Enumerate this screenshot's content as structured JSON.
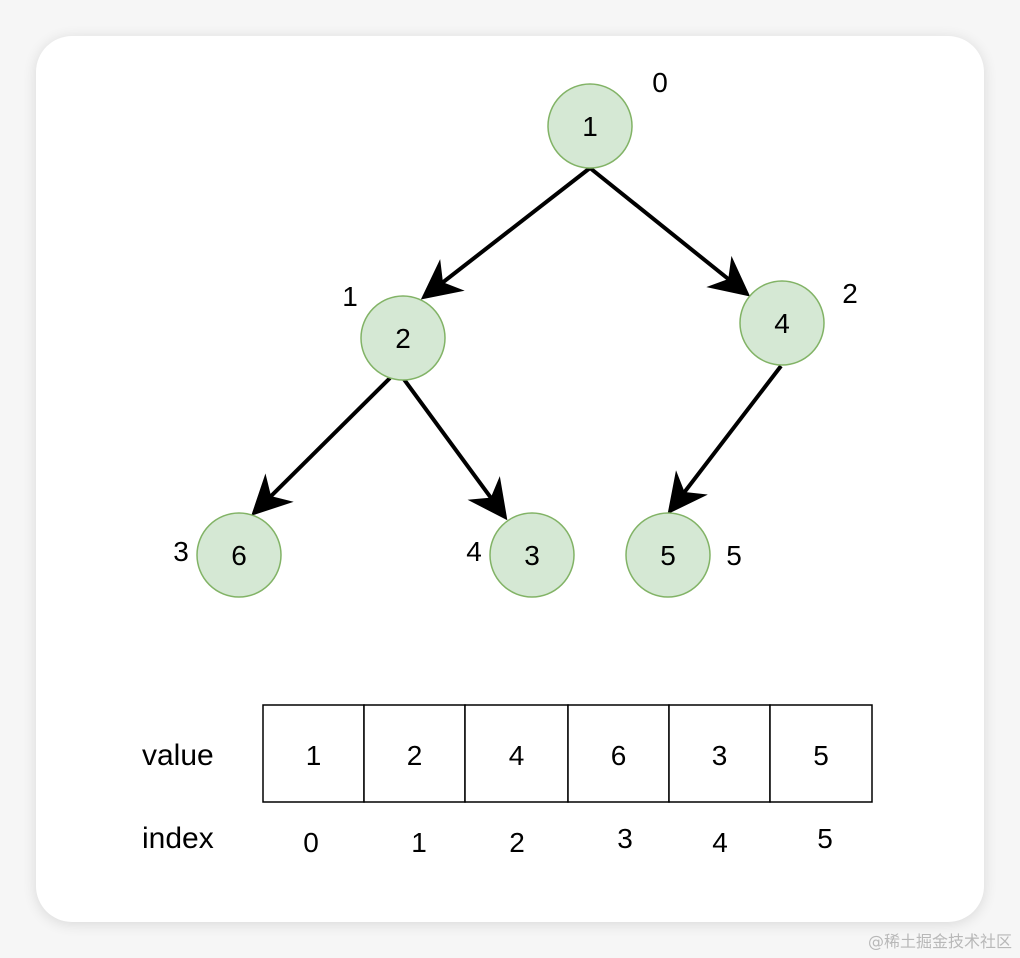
{
  "tree": {
    "nodes": [
      {
        "id": "n0",
        "value": "1",
        "index": "0"
      },
      {
        "id": "n1",
        "value": "2",
        "index": "1"
      },
      {
        "id": "n2",
        "value": "4",
        "index": "2"
      },
      {
        "id": "n3",
        "value": "6",
        "index": "3"
      },
      {
        "id": "n4",
        "value": "3",
        "index": "4"
      },
      {
        "id": "n5",
        "value": "5",
        "index": "5"
      }
    ],
    "edges": [
      {
        "from": "n0",
        "to": "n1"
      },
      {
        "from": "n0",
        "to": "n2"
      },
      {
        "from": "n1",
        "to": "n3"
      },
      {
        "from": "n1",
        "to": "n4"
      },
      {
        "from": "n2",
        "to": "n5"
      }
    ]
  },
  "array": {
    "value_label": "value",
    "index_label": "index",
    "values": [
      "1",
      "2",
      "4",
      "6",
      "3",
      "5"
    ],
    "indices": [
      "0",
      "1",
      "2",
      "3",
      "4",
      "5"
    ]
  },
  "colors": {
    "node_fill": "#d5e8d4",
    "node_stroke": "#82b366"
  },
  "watermark": "@稀土掘金技术社区"
}
